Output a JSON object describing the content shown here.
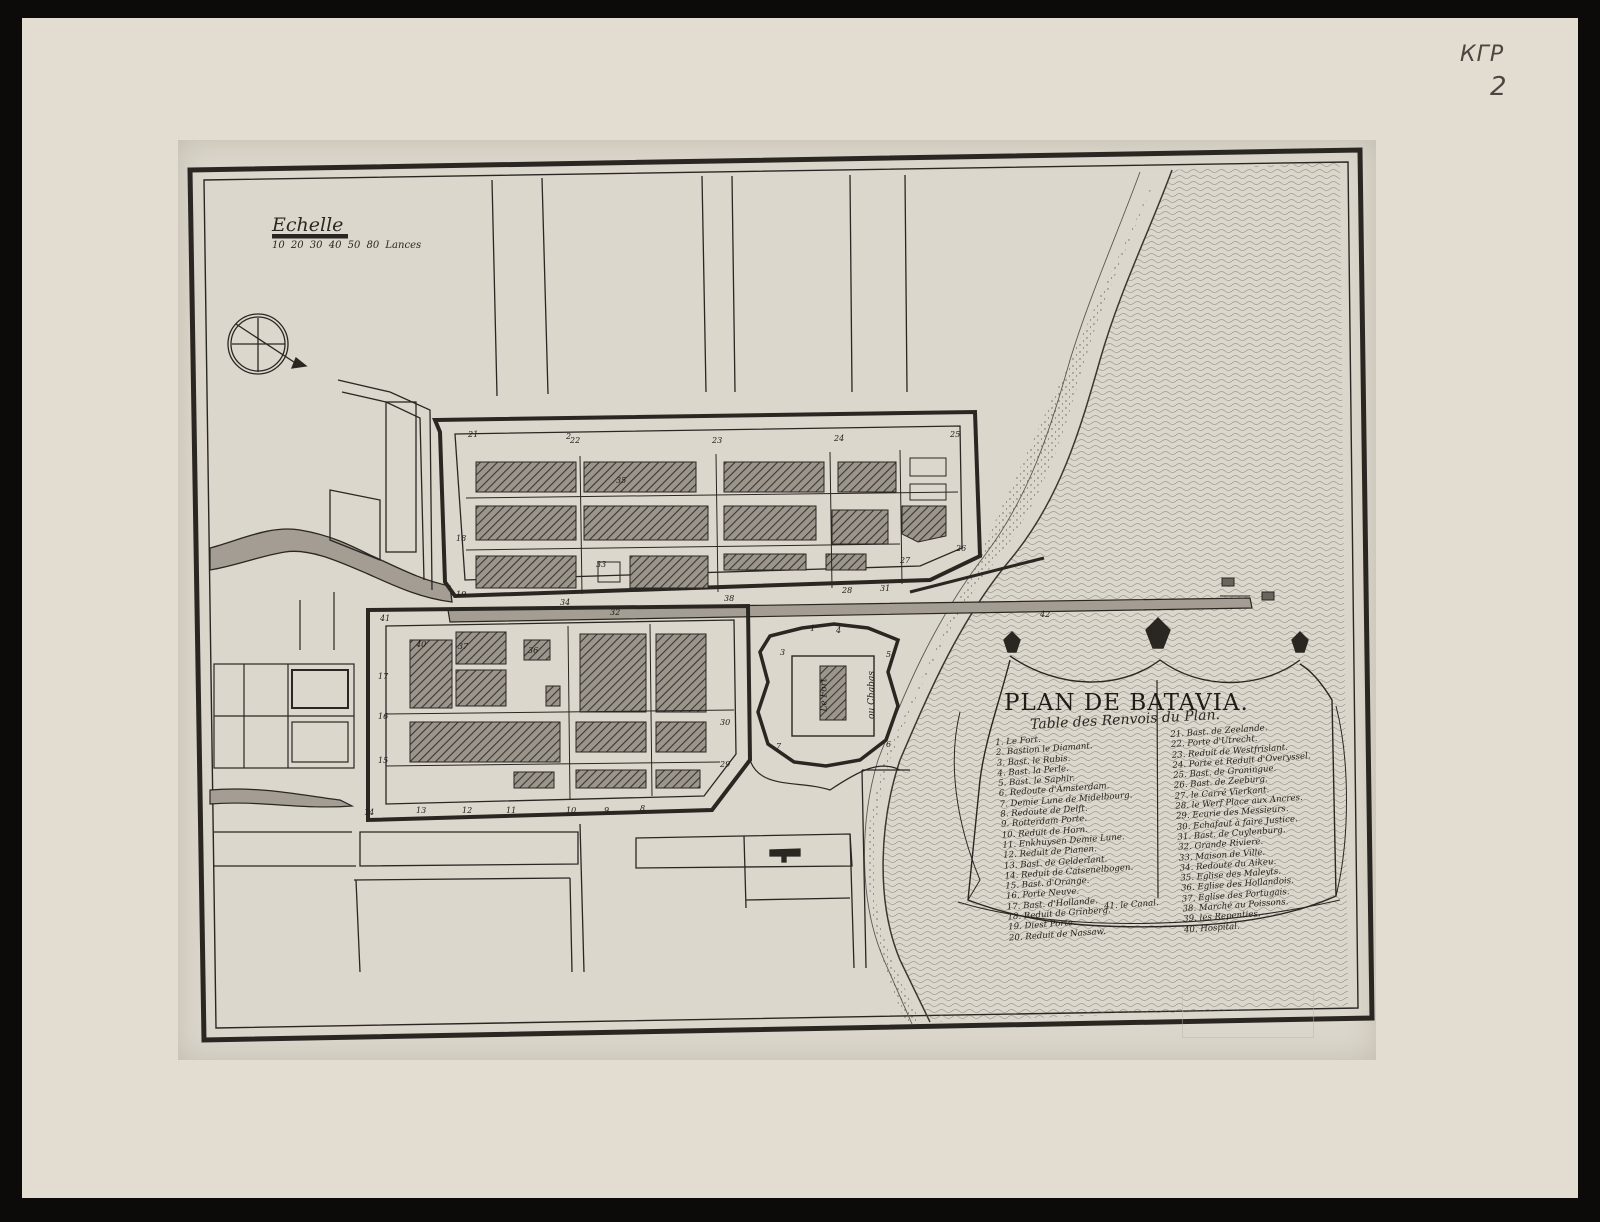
{
  "handwritten_notes": [
    "КГР",
    "2"
  ],
  "scale": {
    "title": "Echelle",
    "ticks": "10 20 30 40 50 80 Lances"
  },
  "cartouche": {
    "title": "PLAN DE BATAVIA.",
    "subtitle": "Table des Renvois du Plan."
  },
  "fort_labels": {
    "fort": "Le Fort",
    "chabas": "ou Chabas"
  },
  "legend_left": [
    "1. Le Fort.",
    "2. Bastion le Diamant.",
    "3. Bast. le Rubis.",
    "4. Bast. la Perle.",
    "5. Bast. le Saphir.",
    "6. Redoute d'Amsterdam.",
    "7. Demie Lune de Midelbourg.",
    "8. Redoute de Delft.",
    "9. Rotterdam Porte.",
    "10. Reduit de Horn.",
    "11. Enkhuysen Demie Lune.",
    "12. Reduit de Pianen.",
    "13. Bast. de Gelderlant.",
    "14. Reduit de Catsenelbogen.",
    "15. Bast. d'Orange.",
    "16. Porte Neuve.",
    "17. Bast. d'Hollande.",
    "18. Reduit de Grinberg.",
    "19. Diest Porte.",
    "20. Reduit de Nassaw."
  ],
  "legend_right": [
    "21. Bast. de Zeelande.",
    "22. Porte d'Utrecht.",
    "23. Reduit de Westfrislant.",
    "24. Porte et Reduit d'Overyssel.",
    "25. Bast. de Groningue.",
    "26. Bast. de Zeeburg.",
    "27. le Carré Vierkant.",
    "28. le Werf Place aux Ancres.",
    "29. Ecurie des Messieurs.",
    "30. Echafaut à faire Justice.",
    "31. Bast. de Cuylenburg.",
    "32. Grande Riviere.",
    "33. Maison de Ville.",
    "34. Redoute du Aikeu.",
    "35. Eglise des Maleyts.",
    "36. Eglise des Hollandois.",
    "37. Eglise des Portugais.",
    "38. Marché au Poissons.",
    "39. les Repenties.",
    "40. Hospital."
  ],
  "legend_extra": "41. le Canal.",
  "map_numbers": [
    "21",
    "22",
    "23",
    "24",
    "25",
    "26",
    "27",
    "28",
    "31",
    "32",
    "33",
    "34",
    "35",
    "36",
    "37",
    "38",
    "40",
    "41",
    "42",
    "30",
    "29",
    "19",
    "18",
    "17",
    "16",
    "15",
    "14",
    "13",
    "12",
    "11",
    "10",
    "9",
    "8",
    "7",
    "6",
    "5",
    "4",
    "3",
    "2",
    "1"
  ]
}
